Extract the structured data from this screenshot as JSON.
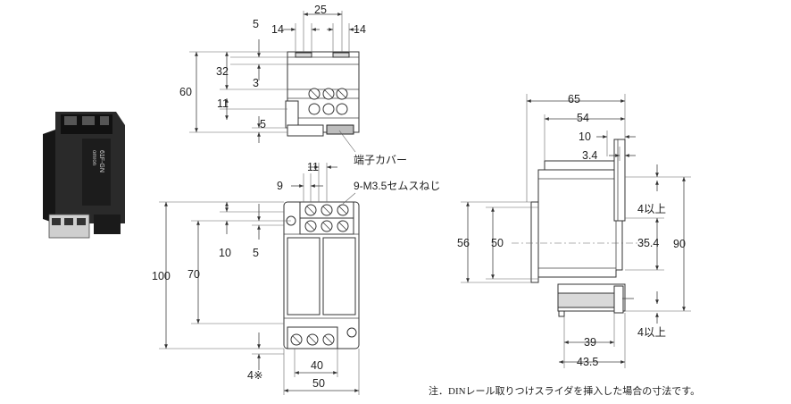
{
  "dims": {
    "top_14_left": "14",
    "top_25": "25",
    "top_14_right": "14",
    "top_5": "5",
    "top_32": "32",
    "top_3": "3",
    "top_60": "60",
    "top_11": "11",
    "top_5b": "5",
    "front_11": "11",
    "front_9": "9",
    "front_100": "100",
    "front_70": "70",
    "front_10": "10",
    "front_5": "5",
    "front_4": "4※",
    "front_40": "40",
    "front_50": "50",
    "side_65": "65",
    "side_54": "54",
    "side_10": "10",
    "side_3_4": "3.4",
    "side_56": "56",
    "side_50": "50",
    "side_35_4": "35.4",
    "side_90": "90",
    "side_4_top": "4以上",
    "side_4_bottom": "4以上",
    "side_39": "39",
    "side_43_5": "43.5"
  },
  "labels": {
    "terminal_cover": "端子カバー",
    "screws": "9-M3.5セムスねじ",
    "product_brand": "omron",
    "product_model": "61F-GN"
  },
  "note": "注．DINレール取りつけスライダを挿入した場合の寸法です。"
}
